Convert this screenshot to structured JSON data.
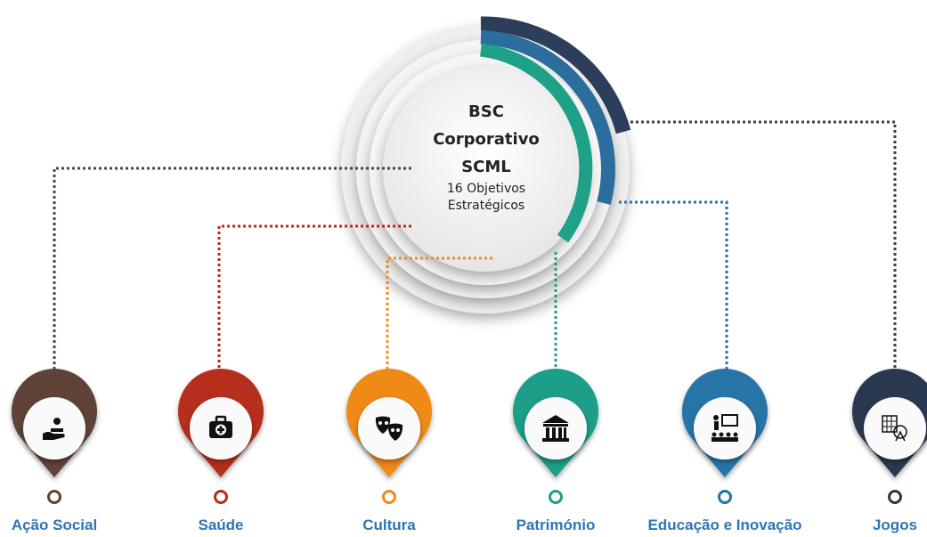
{
  "center": {
    "title_line1": "BSC",
    "title_line2": "Corporativo",
    "title_line3": "SCML",
    "subtitle_line1": "16 Objetivos",
    "subtitle_line2": "Estratégicos"
  },
  "arcs": [
    {
      "color": "#2c3e5a"
    },
    {
      "color": "#2b6d9c"
    },
    {
      "color": "#1fa089"
    }
  ],
  "pins": [
    {
      "label": "Ação Social",
      "color": "#5e4338",
      "line_color": "#5a4038",
      "icon": "hand-person-icon"
    },
    {
      "label": "Saúde",
      "color": "#b62d1e",
      "line_color": "#c0261e",
      "icon": "medical-kit-icon"
    },
    {
      "label": "Cultura",
      "color": "#ef8a18",
      "line_color": "#f08c1c",
      "icon": "theater-masks-icon"
    },
    {
      "label": "Património",
      "color": "#1e9e88",
      "line_color": "#1e9e88",
      "icon": "museum-building-icon"
    },
    {
      "label": "Educação e Inovação",
      "color": "#2674a6",
      "line_color": "#2674a6",
      "icon": "teacher-presentation-icon"
    },
    {
      "label": "Jogos",
      "color": "#2c3850",
      "line_color": "#3a3f4e",
      "icon": "lottery-icon"
    }
  ]
}
